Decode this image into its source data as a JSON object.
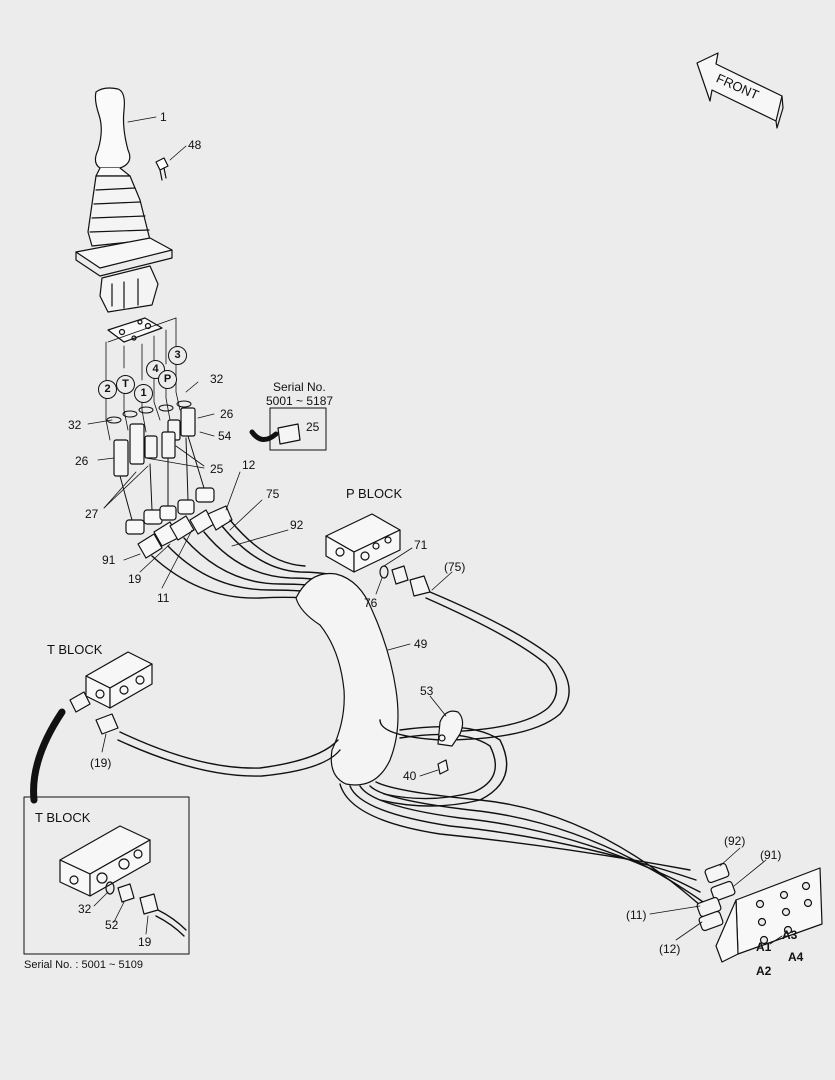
{
  "direction_label": "FRONT",
  "part_labels": {
    "p1": "1",
    "p48": "48",
    "p32a": "32",
    "p32b": "32",
    "p26a": "26",
    "p26b": "26",
    "p54": "54",
    "p25a": "25",
    "p25b": "25",
    "p27": "27",
    "p12": "12",
    "p75": "75",
    "p92": "92",
    "p91": "91",
    "p19": "19",
    "p11": "11",
    "p71": "71",
    "p76": "76",
    "p75r": "(75)",
    "p49": "49",
    "p53": "53",
    "p40": "40",
    "p19r": "(19)",
    "p92r": "(92)",
    "p91r": "(91)",
    "p11r": "(11)",
    "p12r": "(12)",
    "inset_32": "32",
    "inset_52": "52",
    "inset_19": "19"
  },
  "port_labels": {
    "a1": "A1",
    "a2": "A2",
    "a3": "A3",
    "a4": "A4"
  },
  "circled_ports": [
    "2",
    "T",
    "1",
    "4",
    "P",
    "3"
  ],
  "block_labels": {
    "p_block": "P BLOCK",
    "t_block": "T BLOCK",
    "t_block_inset": "T BLOCK"
  },
  "serial_notes": {
    "upper_line1": "Serial No.",
    "upper_line2": "5001 ~ 5187",
    "lower": "Serial No. : 5001 ~ 5109"
  }
}
